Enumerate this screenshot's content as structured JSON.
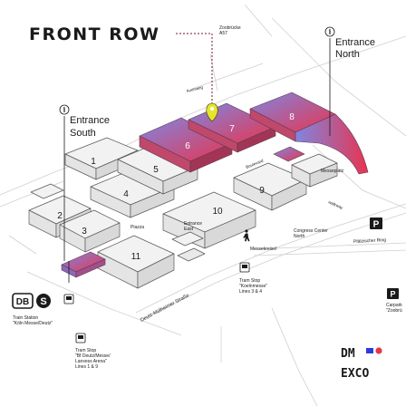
{
  "brand": {
    "title": "FRONT ROW",
    "logo_line1": "DM",
    "logo_line2": "EXCO"
  },
  "pin_label": {
    "line1": "Zoobrücke",
    "line2": "A57"
  },
  "entrances": {
    "north": {
      "line1": "Entrance",
      "line2": "North"
    },
    "south": {
      "line1": "Entrance",
      "line2": "South"
    },
    "east": {
      "line1": "Entrance",
      "line2": "East"
    },
    "info_icon_glyph": "i"
  },
  "halls": [
    "1",
    "2",
    "3",
    "4",
    "5",
    "6",
    "7",
    "8",
    "9",
    "10",
    "11"
  ],
  "places": {
    "plaza": "Piazza",
    "boulevard": "Boulevard",
    "messeplatz": "Messeplatz",
    "auenweg": "Auenweg",
    "congress_line1": "Congress Center",
    "congress_line2": "North",
    "messekreisel": "Messekreisel",
    "walkway": "walkway"
  },
  "streets": {
    "deutz_muelheimer": "Deutz-Mülheimer Straße",
    "pfaelzischer_ring": "Pfälzischer Ring"
  },
  "transit": {
    "db_glyph": "DB",
    "s_glyph": "S",
    "train_line1": "Train Station",
    "train_line2": "\"Köln Messe/Deutz\"",
    "tram_n_line1": "Tram Stop",
    "tram_n_line2": "\"Koelnmesse\"",
    "tram_n_line3": "Lines 3 & 4",
    "tram_s_line1": "Tram Stop",
    "tram_s_line2": "\"Bf Deutz/Messe/",
    "tram_s_line3": "Lanxess Arena\"",
    "tram_s_line4": "Lines 1 & 9",
    "parking_glyph": "P",
    "carpark_line1": "Carpark",
    "carpark_line2": "\"Zoobrü"
  },
  "colors": {
    "highlight_start": "#7f86e0",
    "highlight_end": "#e8344f",
    "pin": "#e4e62a",
    "dashed_line": "#7a1a28",
    "logo_blue": "#2a3ce0",
    "logo_red": "#e8344f"
  }
}
